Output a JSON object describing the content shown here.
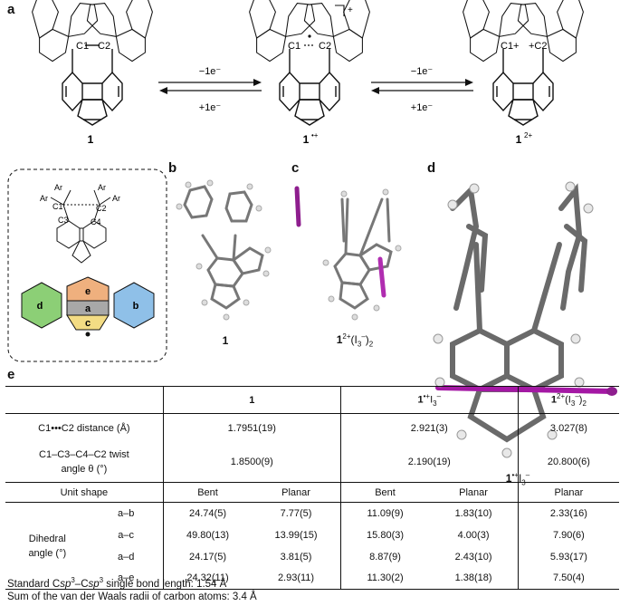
{
  "panels": {
    "a": "a",
    "b": "b",
    "c": "c",
    "d": "d",
    "e": "e"
  },
  "scheme": {
    "c1": "C1",
    "c2": "C2",
    "c1p": "C1+",
    "c2p": "+C2",
    "radical_sup": "+",
    "ox1": "−1e⁻",
    "red1": "+1e⁻",
    "ox2": "−1e⁻",
    "red2": "+1e⁻",
    "label_1": "1",
    "label_rad": "1",
    "label_rad_sup": "•+",
    "label_dic": "1",
    "label_dic_sup": "2+"
  },
  "inset": {
    "ar1": "Ar",
    "ar2": "Ar",
    "ar3": "Ar",
    "ar4": "Ar",
    "c1": "C1",
    "c2": "C2",
    "c3": "C3",
    "c4": "C4",
    "rings": {
      "a": "a",
      "b": "b",
      "c": "c",
      "d": "d",
      "e": "e"
    },
    "colors": {
      "a": "#a8a8a8",
      "b": "#8fc0e8",
      "c": "#f3dc84",
      "d": "#8ccf76",
      "e": "#efb07e"
    }
  },
  "captions": {
    "b": "1",
    "c_main": "1",
    "c_sup": "2+",
    "c_rest": "(I",
    "c_sub": "3",
    "c_sup2": "–",
    "c_end": ")",
    "c_sub2": "2",
    "d_main": "1",
    "d_sup": "•+",
    "d_rest": "I",
    "d_sub": "3",
    "d_sup2": "–"
  },
  "table": {
    "header_1": "1",
    "header_rad": "1",
    "header_rad_sup": "•+",
    "header_rad_rest": "I",
    "header_rad_sub": "3",
    "header_rad_sup2": "–",
    "header_dic": "1",
    "header_dic_sup": "2+",
    "header_dic_rest": "(I",
    "header_dic_sub": "3",
    "header_dic_sup2": "–",
    "header_dic_end": ")",
    "header_dic_sub2": "2",
    "row_dist_label": "C1•••C2 distance (Å)",
    "row_dist": [
      "1.7951(19)",
      "2.921(3)",
      "3.027(8)"
    ],
    "row_twist_label_1": "C1–C3–C4–C2 twist",
    "row_twist_label_2": "angle θ (°)",
    "row_twist": [
      "1.8500(9)",
      "2.190(19)",
      "20.800(6)"
    ],
    "unit_shape": "Unit shape",
    "shape_headers": [
      "Bent",
      "Planar",
      "Bent",
      "Planar",
      "Planar"
    ],
    "dihedral_label_1": "Dihedral",
    "dihedral_label_2": "angle (°)",
    "dihedral_rows": [
      {
        "pair": "a–b",
        "values": [
          "24.74(5)",
          "7.77(5)",
          "11.09(9)",
          "1.83(10)",
          "2.33(16)"
        ]
      },
      {
        "pair": "a–c",
        "values": [
          "49.80(13)",
          "13.99(15)",
          "15.80(3)",
          "4.00(3)",
          "7.90(6)"
        ]
      },
      {
        "pair": "a–d",
        "values": [
          "24.17(5)",
          "3.81(5)",
          "8.87(9)",
          "2.43(10)",
          "5.93(17)"
        ]
      },
      {
        "pair": "a–e",
        "values": [
          "24.32(11)",
          "2.93(11)",
          "11.30(2)",
          "1.38(18)",
          "7.50(4)"
        ]
      }
    ]
  },
  "notes": {
    "n1_a": "Standard C",
    "n1_b": "sp",
    "n1_c": "3",
    "n1_d": "–C",
    "n1_e": "sp",
    "n1_f": "3",
    "n1_g": " single bond length: 1.54 Å",
    "n2": "Sum of the van der Waals radii of carbon atoms: 3.4 Å"
  }
}
